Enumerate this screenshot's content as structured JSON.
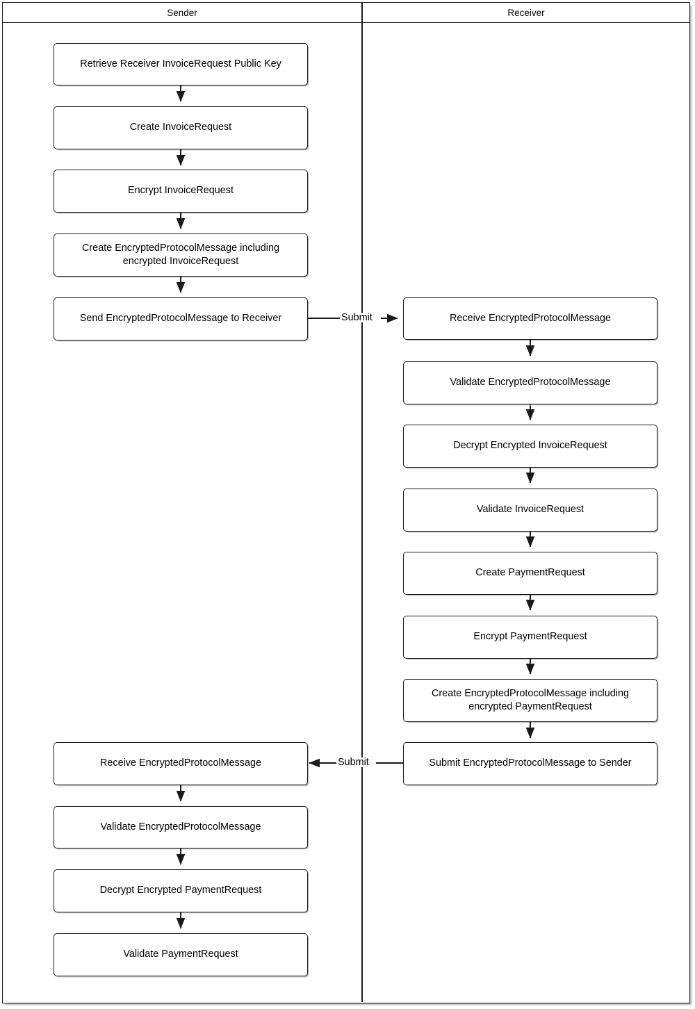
{
  "diagram": {
    "title_present": false,
    "type": "swimlane-flowchart",
    "colors": {
      "stroke": "#1a1a1a",
      "fill": "#ffffff",
      "text": "#000000"
    },
    "lanes": [
      {
        "id": "sender",
        "label": "Sender"
      },
      {
        "id": "receiver",
        "label": "Receiver"
      }
    ],
    "sender_nodes": [
      {
        "id": "s1",
        "label": "Retrieve Receiver InvoiceRequest Public Key"
      },
      {
        "id": "s2",
        "label": "Create InvoiceRequest"
      },
      {
        "id": "s3",
        "label": "Encrypt InvoiceRequest"
      },
      {
        "id": "s4",
        "label": "Create EncryptedProtocolMessage including encrypted InvoiceRequest"
      },
      {
        "id": "s5",
        "label": "Send EncryptedProtocolMessage to Receiver"
      },
      {
        "id": "s6",
        "label": "Receive EncryptedProtocolMessage"
      },
      {
        "id": "s7",
        "label": "Validate EncryptedProtocolMessage"
      },
      {
        "id": "s8",
        "label": "Decrypt Encrypted PaymentRequest"
      },
      {
        "id": "s9",
        "label": "Validate PaymentRequest"
      }
    ],
    "receiver_nodes": [
      {
        "id": "r1",
        "label": "Receive EncryptedProtocolMessage"
      },
      {
        "id": "r2",
        "label": "Validate EncryptedProtocolMessage"
      },
      {
        "id": "r3",
        "label": "Decrypt Encrypted InvoiceRequest"
      },
      {
        "id": "r4",
        "label": "Validate InvoiceRequest"
      },
      {
        "id": "r5",
        "label": "Create PaymentRequest"
      },
      {
        "id": "r6",
        "label": "Encrypt PaymentRequest"
      },
      {
        "id": "r7",
        "label": "Create EncryptedProtocolMessage including encrypted PaymentRequest"
      },
      {
        "id": "r8",
        "label": "Submit EncryptedProtocolMessage to Sender"
      }
    ],
    "edge_labels": {
      "submit_to_receiver": "Submit",
      "submit_to_sender": "Submit"
    }
  }
}
